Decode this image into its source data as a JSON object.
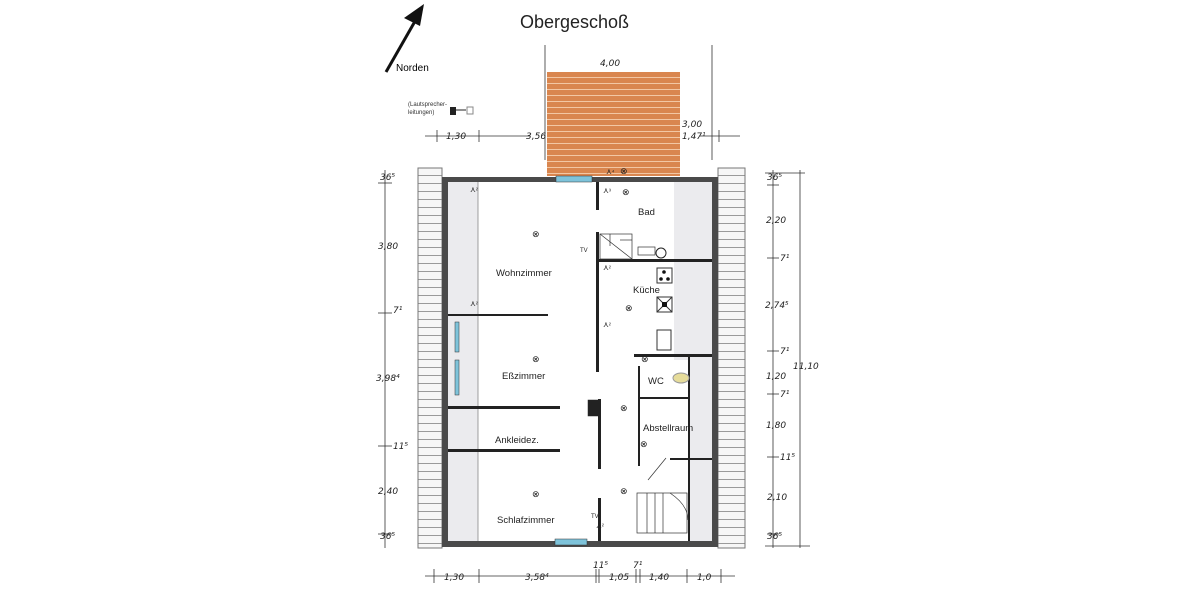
{
  "title": "Obergeschoß",
  "north_label": "Norden",
  "legend": {
    "line1": "(Lautsprecher-",
    "line2": "leitungen)"
  },
  "balcony": {
    "width_label": "4,00",
    "depth_label": "3,00",
    "color": "#d9864f"
  },
  "rooms": {
    "bad": "Bad",
    "wohnzimmer": "Wohnzimmer",
    "kueche": "Küche",
    "esszimmer": "Eßzimmer",
    "wc": "WC",
    "abstellraum": "Abstellraum",
    "ankleide": "Ankleidez.",
    "schlafzimmer": "Schlafzimmer"
  },
  "dimensions": {
    "top": [
      "1,30",
      "3,56",
      "1,47¹"
    ],
    "left": [
      "36⁵",
      "3,80",
      "7¹",
      "3,98⁴",
      "11⁵",
      "2,40",
      "36⁵"
    ],
    "right": [
      "36⁵",
      "2,20",
      "7¹",
      "2,74⁵",
      "7¹",
      "1,20",
      "7¹",
      "1,80",
      "11⁵",
      "2,10",
      "36⁵"
    ],
    "right_total": "11,10",
    "bottom": [
      "1,30",
      "3,58⁴",
      "11⁵",
      "1,05",
      "7¹",
      "1,40",
      "1,0"
    ]
  },
  "symbols": {
    "outlet2": "²",
    "outlet3": "³",
    "outlet4": "⁴",
    "tv": "TV"
  },
  "colors": {
    "window": "#7ec3da",
    "knee_wall": "#ebebee",
    "brick": "#f4f4f4"
  }
}
